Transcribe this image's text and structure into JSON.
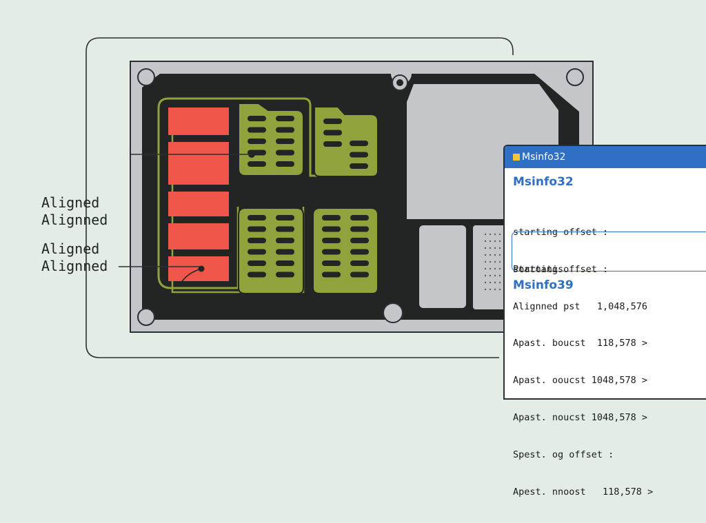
{
  "callouts": [
    {
      "lines": [
        "Aligned",
        "Alignned"
      ]
    },
    {
      "lines": [
        "Aligned",
        "Alignned"
      ]
    }
  ],
  "msinfo": {
    "title": "Msinfo32",
    "section1": {
      "title": "Msinfo32",
      "lines": [
        "starting offset :",
        "Portoatis"
      ]
    },
    "highlight": {
      "lines": [
        "starting offset :",
        "Alignned pst   1,048,576"
      ]
    },
    "section2": {
      "title": "Msinfo39",
      "lines": [
        "Apast. boucst  118,578 >",
        "Apast. ooucst 1048,578 >",
        "Apast. noucst 1048,578 >",
        "Spest. og offset :",
        "Apest. nnoost   118,578 >"
      ]
    }
  },
  "colors": {
    "background": "#e4ede5",
    "board": "#c4c6c9",
    "board_dark": "#222524",
    "chip": "#8ea33b",
    "cell_red": "#f0564a",
    "accent": "#2f6fc4",
    "title_icon": "#f3c53b"
  }
}
